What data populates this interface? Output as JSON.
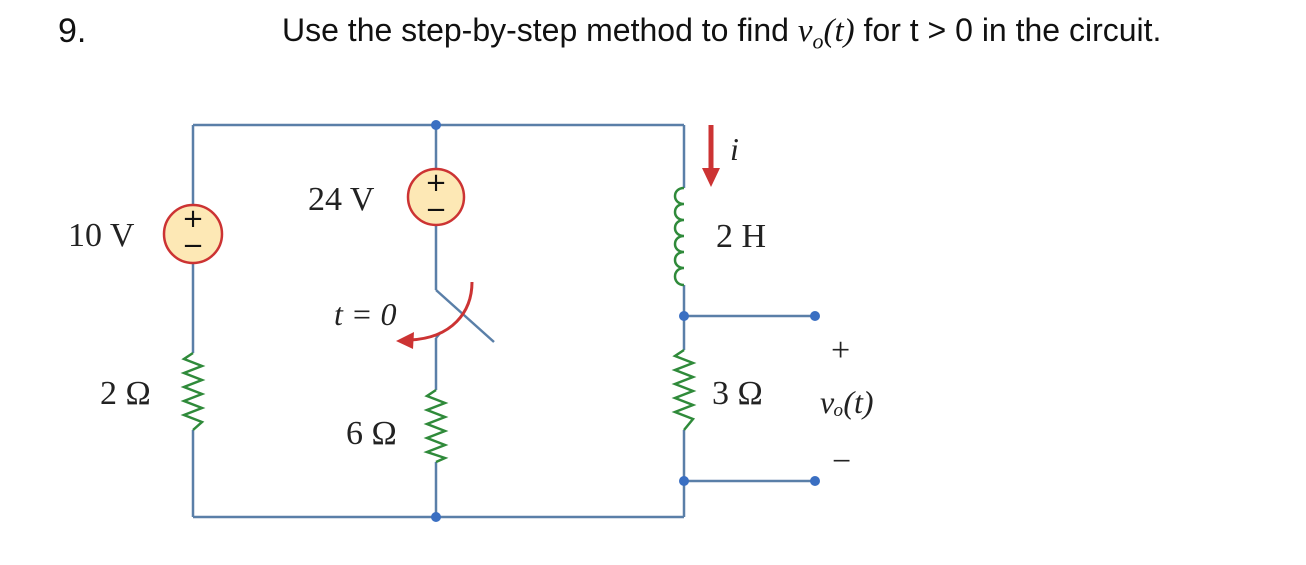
{
  "question": {
    "number": "9.",
    "text_before": "Use the step-by-step method to find ",
    "var_main": "v",
    "var_sub": "o",
    "var_arg": "(t)",
    "text_after": " for t > 0 in the circuit."
  },
  "circuit": {
    "source_left_label": "10 V",
    "source_mid_label": "24 V",
    "source_plus": "+",
    "source_minus": "−",
    "resistor_left_label": "2 Ω",
    "resistor_mid_label": "6 Ω",
    "resistor_right_label": "3 Ω",
    "inductor_label": "2 H",
    "current_label": "i",
    "switch_label": "t = 0",
    "output_plus": "+",
    "output_minus": "−",
    "output_label": "vₒ(t)",
    "colors": {
      "wire": "#5a7fa8",
      "component": "#2f8a3a",
      "source_fill": "#fde8b5",
      "source_stroke": "#cc3333",
      "arrow": "#cc3333",
      "node": "#3a6fc2"
    }
  }
}
